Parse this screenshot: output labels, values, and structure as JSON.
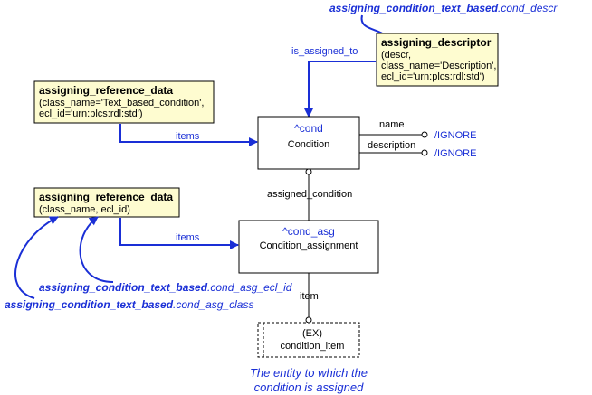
{
  "colors": {
    "accent": "#1a2fd6",
    "note_fill": "#fefcd0",
    "line": "#000000"
  },
  "top_reference": {
    "bold": "assigning_condition_text_based",
    "rest": ".cond_descr"
  },
  "is_assigned_to_label": "is_assigned_to",
  "assigning_descriptor": {
    "title": "assigning_descriptor",
    "lines": [
      "(descr,",
      "class_name='Description',",
      "ecl_id='urn:plcs:rdl:std')"
    ]
  },
  "ref_data_1": {
    "title": "assigning_reference_data",
    "lines": [
      "(class_name='Text_based_condition',",
      "ecl_id='urn:plcs:rdl:std')"
    ]
  },
  "ref_data_2": {
    "title": "assigning_reference_data",
    "lines": [
      "(class_name, ecl_id)"
    ]
  },
  "items_label_1": "items",
  "items_label_2": "items",
  "cond_entity": {
    "ref": "^cond",
    "name": "Condition"
  },
  "cond_asg_entity": {
    "ref": "^cond_asg",
    "name": "Condition_assignment"
  },
  "attr_name": "name",
  "attr_description": "description",
  "ignore_1": "/IGNORE",
  "ignore_2": "/IGNORE",
  "assigned_condition_label": "assigned_condition",
  "item_label": "item",
  "select_entity": {
    "ex": "(EX)",
    "name": "condition_item"
  },
  "ref_ecl_id": {
    "bold": "assigning_condition_text_based",
    "rest": ".cond_asg_ecl_id"
  },
  "ref_class": {
    "bold": "assigning_condition_text_based",
    "rest": ".cond_asg_class"
  },
  "caption": [
    "The entity to which the",
    "condition is assigned"
  ]
}
